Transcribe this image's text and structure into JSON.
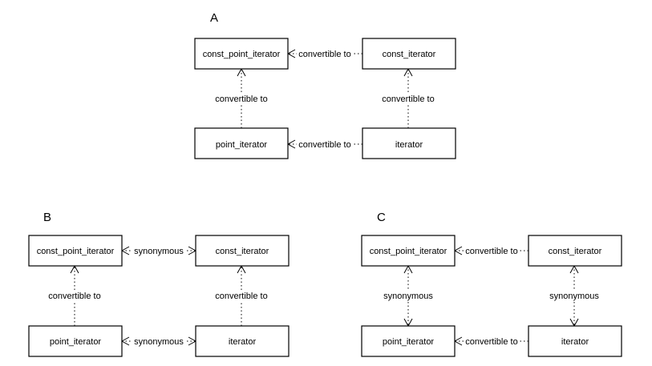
{
  "sections": [
    {
      "label": "A",
      "nodes": [
        {
          "id": "a-cpi",
          "text": "const_point_iterator"
        },
        {
          "id": "a-ci",
          "text": "const_iterator"
        },
        {
          "id": "a-pi",
          "text": "point_iterator"
        },
        {
          "id": "a-it",
          "text": "iterator"
        }
      ],
      "edges": [
        {
          "from": "a-ci",
          "to": "a-cpi",
          "label": "convertible to",
          "arrows": "end"
        },
        {
          "from": "a-pi",
          "to": "a-cpi",
          "label": "convertible to",
          "arrows": "end"
        },
        {
          "from": "a-it",
          "to": "a-ci",
          "label": "convertible to",
          "arrows": "end"
        },
        {
          "from": "a-it",
          "to": "a-pi",
          "label": "convertible to",
          "arrows": "end"
        }
      ]
    },
    {
      "label": "B",
      "nodes": [
        {
          "id": "b-cpi",
          "text": "const_point_iterator"
        },
        {
          "id": "b-ci",
          "text": "const_iterator"
        },
        {
          "id": "b-pi",
          "text": "point_iterator"
        },
        {
          "id": "b-it",
          "text": "iterator"
        }
      ],
      "edges": [
        {
          "from": "b-ci",
          "to": "b-cpi",
          "label": "synonymous",
          "arrows": "both"
        },
        {
          "from": "b-pi",
          "to": "b-cpi",
          "label": "convertible to",
          "arrows": "end"
        },
        {
          "from": "b-it",
          "to": "b-ci",
          "label": "convertible to",
          "arrows": "end"
        },
        {
          "from": "b-it",
          "to": "b-pi",
          "label": "synonymous",
          "arrows": "both"
        }
      ]
    },
    {
      "label": "C",
      "nodes": [
        {
          "id": "c-cpi",
          "text": "const_point_iterator"
        },
        {
          "id": "c-ci",
          "text": "const_iterator"
        },
        {
          "id": "c-pi",
          "text": "point_iterator"
        },
        {
          "id": "c-it",
          "text": "iterator"
        }
      ],
      "edges": [
        {
          "from": "c-ci",
          "to": "c-cpi",
          "label": "convertible to",
          "arrows": "end"
        },
        {
          "from": "c-pi",
          "to": "c-cpi",
          "label": "synonymous",
          "arrows": "both"
        },
        {
          "from": "c-it",
          "to": "c-ci",
          "label": "synonymous",
          "arrows": "both"
        },
        {
          "from": "c-it",
          "to": "c-pi",
          "label": "convertible to",
          "arrows": "end"
        }
      ]
    }
  ]
}
